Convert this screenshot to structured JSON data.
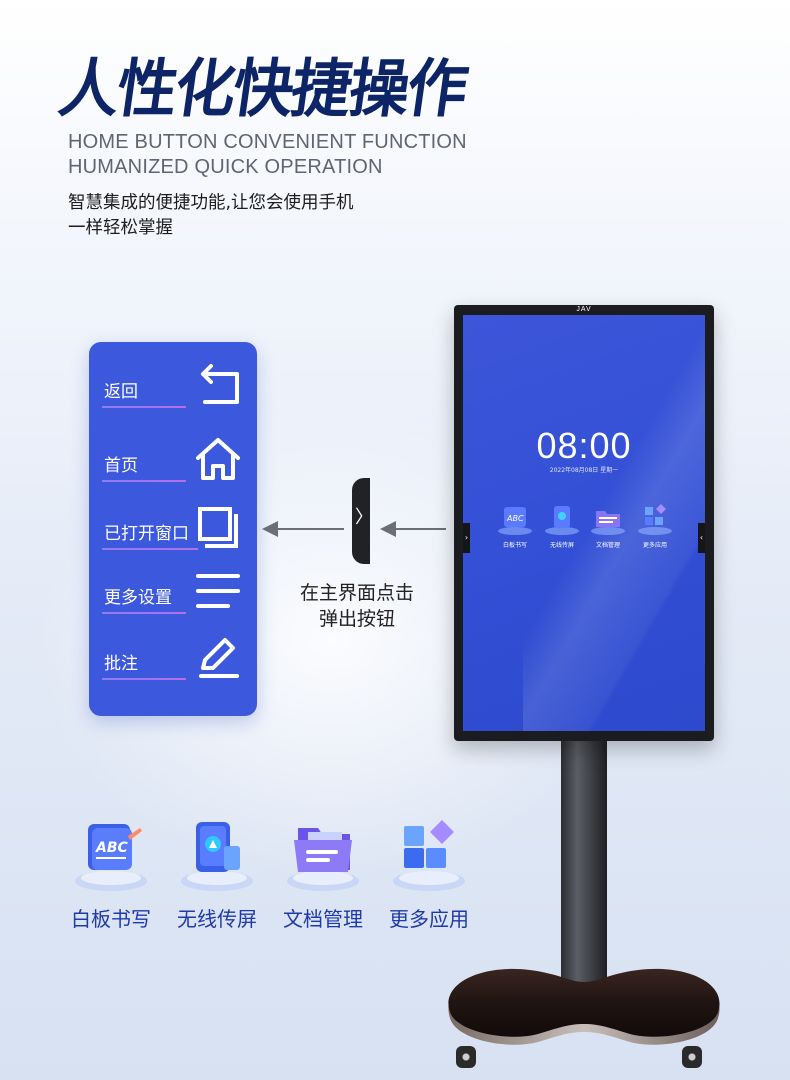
{
  "header": {
    "title": "人性化快捷操作",
    "subtitle_en": "HOME BUTTON CONVENIENT FUNCTION HUMANIZED QUICK OPERATION",
    "desc_line1": "智慧集成的便捷功能,让您会使用手机",
    "desc_line2": "一样轻松掌握"
  },
  "menu": {
    "items": [
      {
        "label": "返回",
        "icon": "back-arrow-icon"
      },
      {
        "label": "首页",
        "icon": "home-icon"
      },
      {
        "label": "已打开窗口",
        "icon": "windows-icon"
      },
      {
        "label": "更多设置",
        "icon": "menu-lines-icon"
      },
      {
        "label": "批注",
        "icon": "pen-icon"
      }
    ]
  },
  "popup": {
    "button_glyph": "〉",
    "caption_line1": "在主界面点击",
    "caption_line2": "弹出按钮"
  },
  "device": {
    "brand": "JAV",
    "time": "08:00",
    "date": "2022年08月08日 星期一",
    "left_tab_glyph": "›",
    "right_tab_glyph": "‹",
    "apps": [
      "白板书写",
      "无线传屏",
      "文档管理",
      "更多应用"
    ]
  },
  "features": [
    {
      "label": "白板书写",
      "icon": "whiteboard-abc-icon",
      "icon_text": "ABC"
    },
    {
      "label": "无线传屏",
      "icon": "wireless-cast-icon"
    },
    {
      "label": "文档管理",
      "icon": "folder-icon"
    },
    {
      "label": "更多应用",
      "icon": "apps-grid-icon"
    }
  ],
  "colors": {
    "title": "#0d2466",
    "menu_bg": "#3c58dd",
    "screen_bg": "#3350d6",
    "feature_label": "#1f3aa8"
  }
}
